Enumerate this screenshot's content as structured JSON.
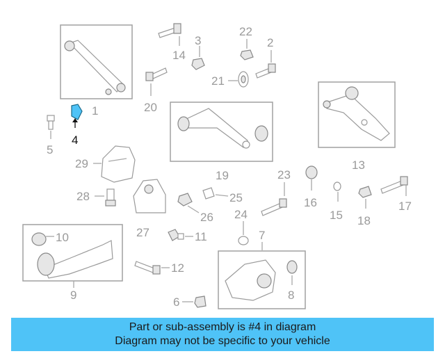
{
  "diagram": {
    "labels": {
      "l1": "1",
      "l2": "2",
      "l3": "3",
      "l4": "4",
      "l5": "5",
      "l6": "6",
      "l7": "7",
      "l8": "8",
      "l9": "9",
      "l10": "10",
      "l11": "11",
      "l12": "12",
      "l13": "13",
      "l14": "14",
      "l15": "15",
      "l16": "16",
      "l17": "17",
      "l18": "18",
      "l19": "19",
      "l20": "20",
      "l21": "21",
      "l22": "22",
      "l23": "23",
      "l24": "24",
      "l25": "25",
      "l26": "26",
      "l27": "27",
      "l28": "28",
      "l29": "29"
    },
    "highlight_color": "#111111",
    "part_color": "#9a9a9a",
    "highlight_part_color": "#4fc3f7"
  },
  "banner": {
    "line1": "Part or sub-assembly is #4 in diagram",
    "line2": "Diagram may not be specific to your vehicle",
    "background": "#4fc3f7"
  }
}
